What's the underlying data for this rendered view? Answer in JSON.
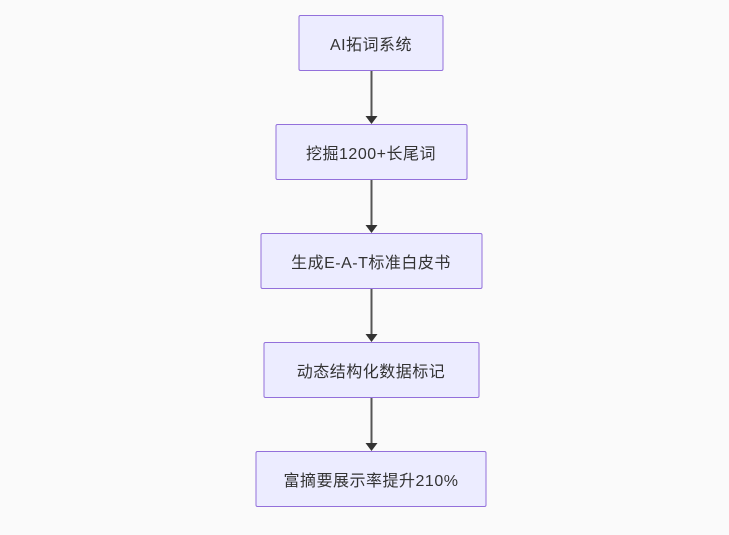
{
  "flowchart": {
    "type": "vertical-flow",
    "nodes": [
      {
        "id": "node-1",
        "label": "AI拓词系统"
      },
      {
        "id": "node-2",
        "label": "挖掘1200+长尾词"
      },
      {
        "id": "node-3",
        "label": "生成E-A-T标准白皮书"
      },
      {
        "id": "node-4",
        "label": "动态结构化数据标记"
      },
      {
        "id": "node-5",
        "label": "富摘要展示率提升210%"
      }
    ],
    "edges": [
      {
        "from": "node-1",
        "to": "node-2"
      },
      {
        "from": "node-2",
        "to": "node-3"
      },
      {
        "from": "node-3",
        "to": "node-4"
      },
      {
        "from": "node-4",
        "to": "node-5"
      }
    ],
    "colors": {
      "node_fill": "#ECECFF",
      "node_border": "#9370DB",
      "edge_line": "#555555",
      "arrowhead": "#333333",
      "text": "#333333",
      "background": "#FAFAFA"
    }
  }
}
